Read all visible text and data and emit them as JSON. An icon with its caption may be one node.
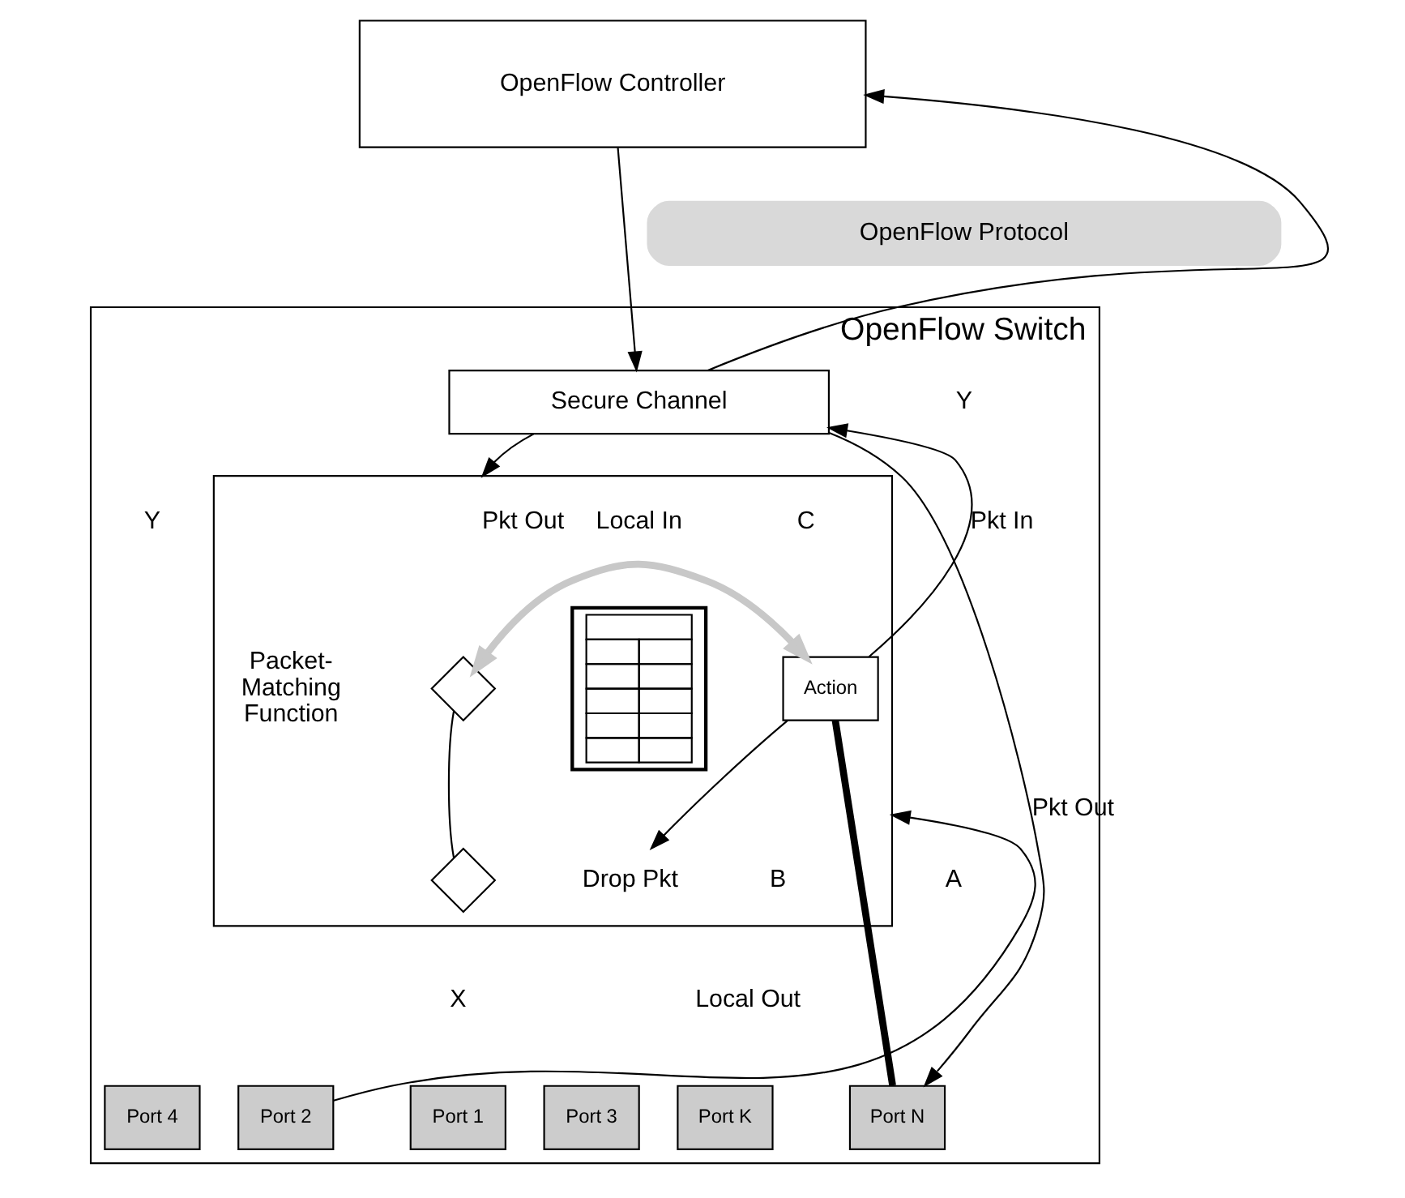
{
  "diagram": {
    "nodes": [
      {
        "text": [
          "OpenFlow Controller"
        ]
      },
      {
        "text": [
          "OpenFlow Protocol"
        ]
      },
      {
        "text": [
          "OpenFlow Switch"
        ]
      },
      {
        "text": [
          "Secure Channel"
        ],
        "in": 2
      },
      {
        "text": [],
        "shape": "box",
        "in": 2
      },
      {
        "text": [],
        "shape": "diamond",
        "in": 4,
        "beside": [
          "Packet- Matching Function"
        ]
      },
      {
        "text": [],
        "shape": "diamond",
        "in": 4
      },
      {
        "text": [],
        "shape": "table",
        "in": 4
      },
      {
        "text": [
          "Action"
        ],
        "in": 4
      },
      {
        "text": [
          "Drop Pkt"
        ],
        "in": 4
      },
      {
        "text": [
          "Port 1"
        ],
        "in": 2
      },
      {
        "text": [
          "Port 2"
        ],
        "in": 2
      },
      {
        "text": [
          "Port 3"
        ],
        "in": 2
      },
      {
        "text": [
          "Port 4"
        ],
        "in": 2
      },
      {
        "text": [
          "Port K"
        ],
        "in": 2
      },
      {
        "text": [
          "Port N"
        ],
        "in": 2
      }
    ],
    "edges": [
      {
        "from": 3,
        "to": 0,
        "arrow": "to"
      },
      {
        "from": 0,
        "to": 3,
        "arrow": "to"
      },
      {
        "from": 3,
        "to": 15,
        "arrow": "to",
        "label": "Pkt Out"
      },
      {
        "from": 11,
        "to": 4,
        "arrow": "to"
      },
      {
        "from": 3,
        "to": 4,
        "arrow": "to",
        "label": "Pkt Out"
      },
      {
        "from": 5,
        "to": 8,
        "arrow": "both",
        "style": "thick",
        "color": "#c8c8c8"
      },
      {
        "from": 5,
        "to": 6,
        "arrow": "none"
      },
      {
        "from": 8,
        "to": 3,
        "arrow": "to",
        "label": "Pkt In"
      },
      {
        "from": 8,
        "to": 9,
        "arrow": "to"
      },
      {
        "from": 8,
        "to": 15,
        "arrow": "none",
        "style": "thick"
      }
    ],
    "labels": [
      "Y",
      "Y",
      "Local In",
      "C",
      "B",
      "A",
      "X",
      "Local Out"
    ]
  }
}
